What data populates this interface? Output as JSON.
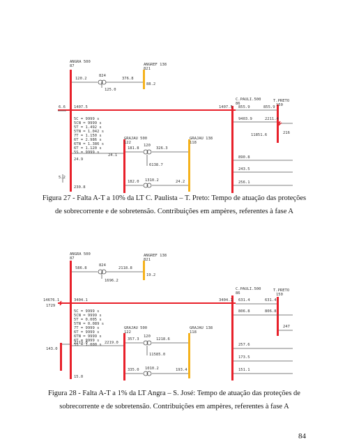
{
  "figures": [
    {
      "caption": "Figura 27 - Falta A-T a 10% da LT C. Paulista – T. Preto: Tempo de atuação das proteções de sobrecorrente e de sobretensão. Contribuições em ampères, referentes à fase A",
      "labels": {
        "angra_bus": "ANGRA   500",
        "angra_num": "87",
        "angra_flow": "120.2",
        "tf_num": "824",
        "tf_flow": "376.8",
        "angra138": "ANGREF 138",
        "angra138_num": "821",
        "angra138_flow": "88.2",
        "tf_down": "125.0",
        "left_in": "6.6",
        "left_top": "1407.5",
        "times": [
          "5C  =   9999 s",
          "5CN =   9999 s",
          "5T  =   1.492 s",
          "5TN =   1.042 s",
          "7T  =   1.150 s",
          "6T  =   2.986 s",
          "6TN =   1.386 s",
          "6T  =   1.120 s",
          "5S  =   9999 s"
        ],
        "mid_a": "24.9",
        "mid_b": "24.1",
        "left_low": "5.2",
        "left_bottom": "230.8",
        "grajau": "GRAJAU   500",
        "grajau_num": "122",
        "grajau_flow": "181.8",
        "tf2_num": "120",
        "tf2_flow": "326.3",
        "grajau138": "GRAJAU   138",
        "grajau138_num": "118",
        "tf2_down": "6138.7",
        "bot_a": "182.0",
        "bot_b": "1310.2",
        "bot_c": "24.2",
        "cpaul": "C.PAULI.500",
        "cpaul_num": "86",
        "cpaul_in": "1407.5",
        "cpaul_out": "855.9",
        "tpreto": "T.PRETO",
        "tpreto_num": "150",
        "tpreto_in": "855.9",
        "tpreto_val": "216",
        "mid_r1": "9403.9",
        "mid_r2": "2211.4",
        "fault": "11851.6",
        "right_a": "890.8",
        "right_b": "243.5",
        "right_c": "256.1"
      }
    },
    {
      "caption": "Figura 28 - Falta A-T a 1% da LT Angra – S. José: Tempo de atuação das proteções de sobrecorrente e de sobretensão. Contribuições em ampères, referentes à fase A",
      "labels": {
        "angra_bus": "ANGRA   500",
        "angra_num": "87",
        "angra_flow": "586.8",
        "tf_num": "824",
        "tf_flow": "2118.8",
        "angra138": "ANGREF 138",
        "angra138_num": "821",
        "angra138_flow": "19.2",
        "tf_down": "1696.2",
        "left_in": "14676.1",
        "left_top": "3404.1",
        "fault": "1729",
        "times": [
          "5C  =   9999 s",
          "5CN =   9999 s",
          "5T  =   0.005 s",
          "5TN =   0.089 s",
          "7T  =   9999 s",
          "6T  =   9999 s",
          "6TN =   9999 s",
          "6T  =   9999 s",
          "5S  =   1.000 s"
        ],
        "left_low": "143.0",
        "mid_a": "2219.0",
        "mid_b": "2219.0",
        "left_bottom": "15.0",
        "grajau": "GRAJAU   500",
        "grajau_num": "122",
        "grajau_flow": "357.3",
        "tf2_num": "120",
        "tf2_flow": "1218.6",
        "grajau138": "GRAJAU   138",
        "grajau138_num": "118",
        "tf2_down": "11585.0",
        "bot_a": "335.0",
        "bot_b": "1010.2",
        "bot_c": "193.4",
        "cpaul": "C.PAULI.500",
        "cpaul_num": "86",
        "cpaul_in": "3404.1",
        "cpaul_out": "631.4",
        "tpreto": "T.PRETO",
        "tpreto_num": "150",
        "tpreto_in": "631.4",
        "tpreto_val": "247",
        "mid_r1": "806.8",
        "mid_r2": "806.8",
        "right_a": "257.6",
        "right_b": "173.5",
        "right_c": "151.1"
      }
    }
  ],
  "page_number": "84",
  "colors": {
    "bus500": "#e8202a",
    "bus138": "#f5b21c",
    "line": "#555555"
  }
}
